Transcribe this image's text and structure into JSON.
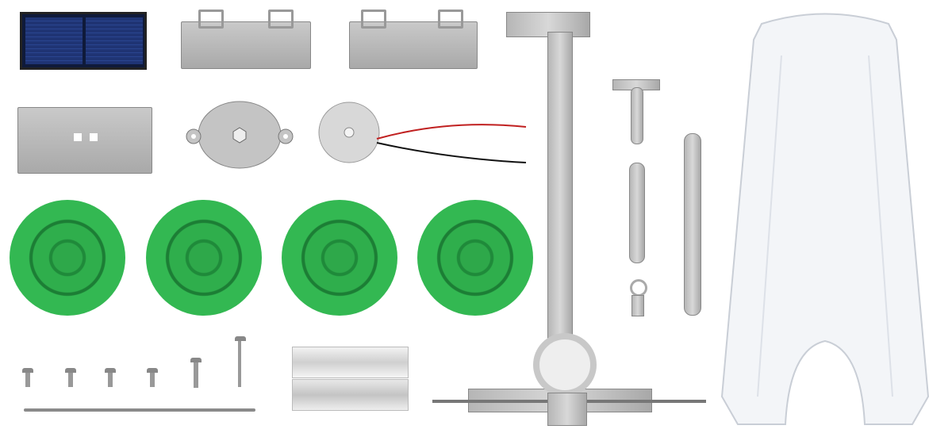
{
  "colors": {
    "background": "#ffffff",
    "solar_panel": "#1f3474",
    "wheel_green": "#33b852",
    "plastic_gray": "#b8b8b8",
    "shield_white": "#f3f5f8"
  },
  "parts": [
    "solar-panel",
    "gray-plate",
    "gray-plate",
    "motor-bracket",
    "motor-mount-disc",
    "dc-motor",
    "green-wheel",
    "green-wheel",
    "green-wheel",
    "green-wheel",
    "screws",
    "axle-rod",
    "mirror-plates",
    "vertical-frame",
    "gear-housing",
    "link-arms",
    "white-shield"
  ]
}
